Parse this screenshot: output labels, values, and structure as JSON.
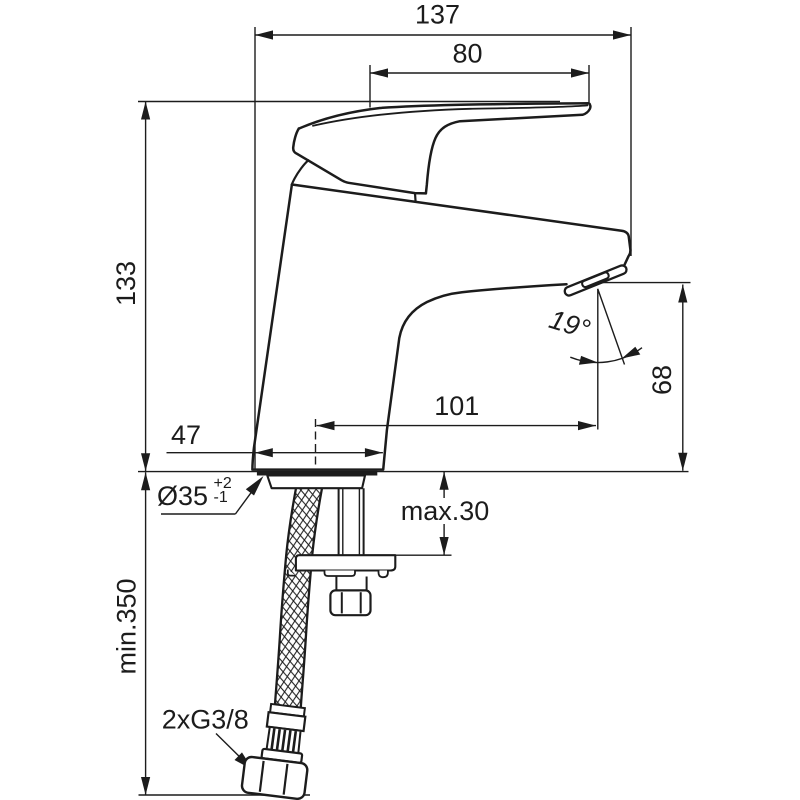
{
  "drawing": {
    "type": "technical-dimension-drawing",
    "subject": "single-lever basin mixer tap, side view with mounting hardware and flexible supply hoses",
    "background_color": "#ffffff",
    "line_color": "#1c1c1c",
    "dimensions": {
      "total_width": "137",
      "lever_length": "80",
      "body_height": "133",
      "base_width": "47",
      "spout_reach": "101",
      "outlet_height": "68",
      "outlet_angle": "19°",
      "hole_diameter": "Ø35",
      "hole_tolerance_plus": "+2",
      "hole_tolerance_minus": "-1",
      "max_deck_thickness": "max.30",
      "min_hose_length": "min.350",
      "hose_connection": "2xG3/8"
    }
  }
}
